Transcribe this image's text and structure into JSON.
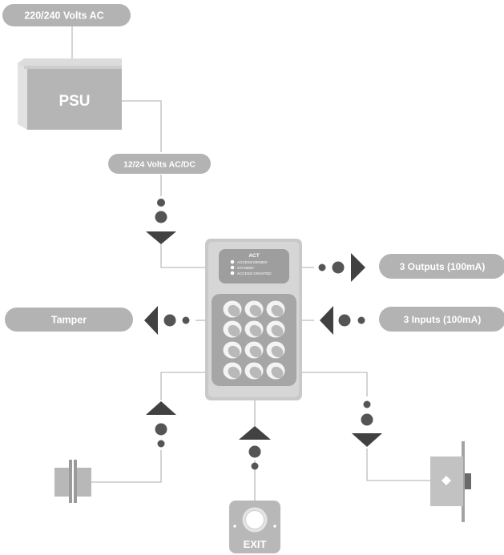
{
  "labels": {
    "mains_supply": "220/240 Volts AC",
    "psu": "PSU",
    "low_voltage": "12/24 Volts AC/DC",
    "outputs": "3 Outputs (100mA)",
    "inputs": "3 Inputs (100mA)",
    "tamper": "Tamper",
    "exit": "EXIT"
  },
  "keypad": {
    "brand": "ACT",
    "leds": [
      "ACCESS DENIED",
      "STANDBY",
      "ACCESS GRANTED"
    ]
  },
  "colors": {
    "pill": "#b3b3b3",
    "line": "#bdbdbd",
    "arrow": "#414141",
    "dot": "#555555",
    "device_light": "#d2d2d2",
    "device_dark": "#9a9a9a"
  }
}
